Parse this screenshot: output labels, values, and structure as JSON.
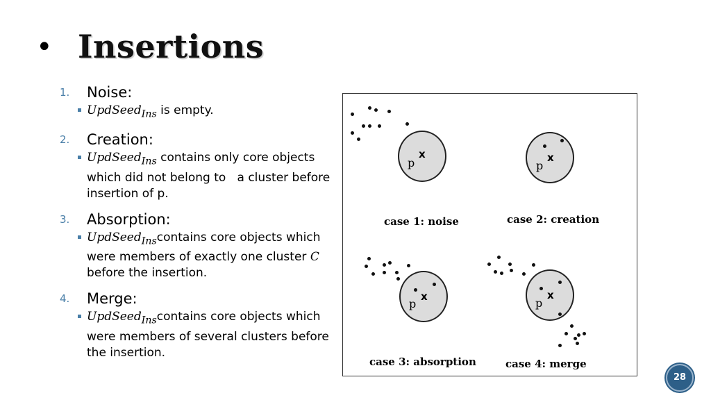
{
  "title": {
    "bullet": "•",
    "text": "Insertions"
  },
  "items": [
    {
      "number": "1.",
      "heading": "Noise:",
      "var": "UpdSeed",
      "sub": "Ins",
      "text": " is empty."
    },
    {
      "number": "2.",
      "heading": "Creation:",
      "var": "UpdSeed",
      "sub": "Ins",
      "text": " contains only core objects which did not belong to   a cluster before insertion of p."
    },
    {
      "number": "3.",
      "heading": "Absorption:",
      "var": "UpdSeed",
      "sub": "Ins",
      "text_a": "contains core objects which were members of exactly one cluster ",
      "text_var": "C",
      "text_b": " before the insertion."
    },
    {
      "number": "4.",
      "heading": "Merge:",
      "var": "UpdSeed",
      "sub": "Ins",
      "text": "contains core objects which were members of several clusters before the insertion."
    }
  ],
  "figure": {
    "p_label": "p",
    "x_label": "x",
    "cases": [
      "case 1: noise",
      "case 2: creation",
      "case 3: absorption",
      "case 4: merge"
    ]
  },
  "page_number": "28",
  "colors": {
    "accent": "#4a7fa8",
    "badge": "#2d5f88"
  }
}
